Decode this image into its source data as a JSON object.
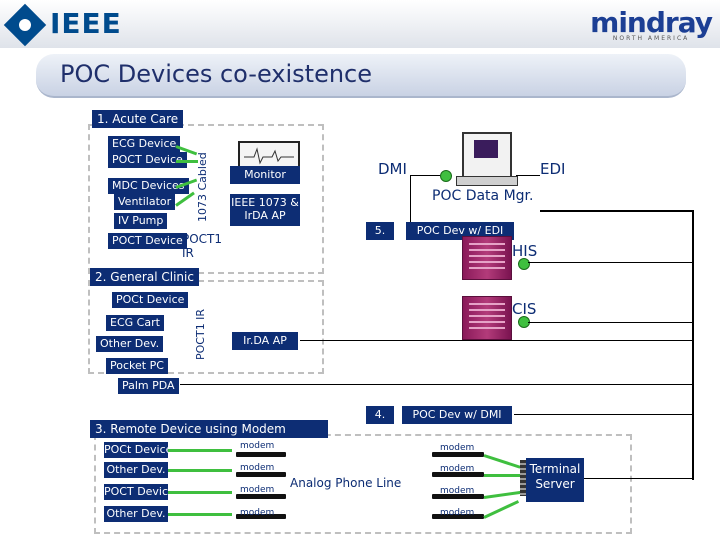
{
  "header": {
    "left_logo": "IEEE",
    "right_logo": "mindray",
    "right_logo_sub": "NORTH AMERICA"
  },
  "slide": {
    "title": "POC Devices co-existence"
  },
  "acute": {
    "label": "1. Acute Care",
    "devices": [
      "ECG Device",
      "POCT Device",
      "MDC Devices",
      "Ventilator",
      "IV Pump",
      "POCT Device"
    ],
    "cabled": "1073 Cabled",
    "poct_ir": "POCT1 IR",
    "monitor": "Monitor",
    "ap": "IEEE 1073 & IrDA AP"
  },
  "clinic": {
    "label": "2. General Clinic",
    "devices": [
      "POCt Device",
      "ECG Cart",
      "Other Dev.",
      "Pocket PC",
      "Palm PDA"
    ],
    "poct_ir": "POCT1 IR",
    "ap": "Ir.DA AP"
  },
  "remote": {
    "label": "3. Remote Device using Modem",
    "devices": [
      "POCt Device",
      "Other Dev.",
      "POCT Device",
      "Other Dev."
    ],
    "modem": "modem",
    "line": "Analog Phone Line",
    "terminal": "Terminal Server"
  },
  "right": {
    "dmi": "DMI",
    "edi": "EDI",
    "mgr": "POC Data Mgr.",
    "n5": "5.",
    "dev_edi": "POC Dev w/ EDI",
    "his": "HIS",
    "cis": "CIS",
    "n4": "4.",
    "dev_dmi": "POC Dev w/ DMI"
  }
}
